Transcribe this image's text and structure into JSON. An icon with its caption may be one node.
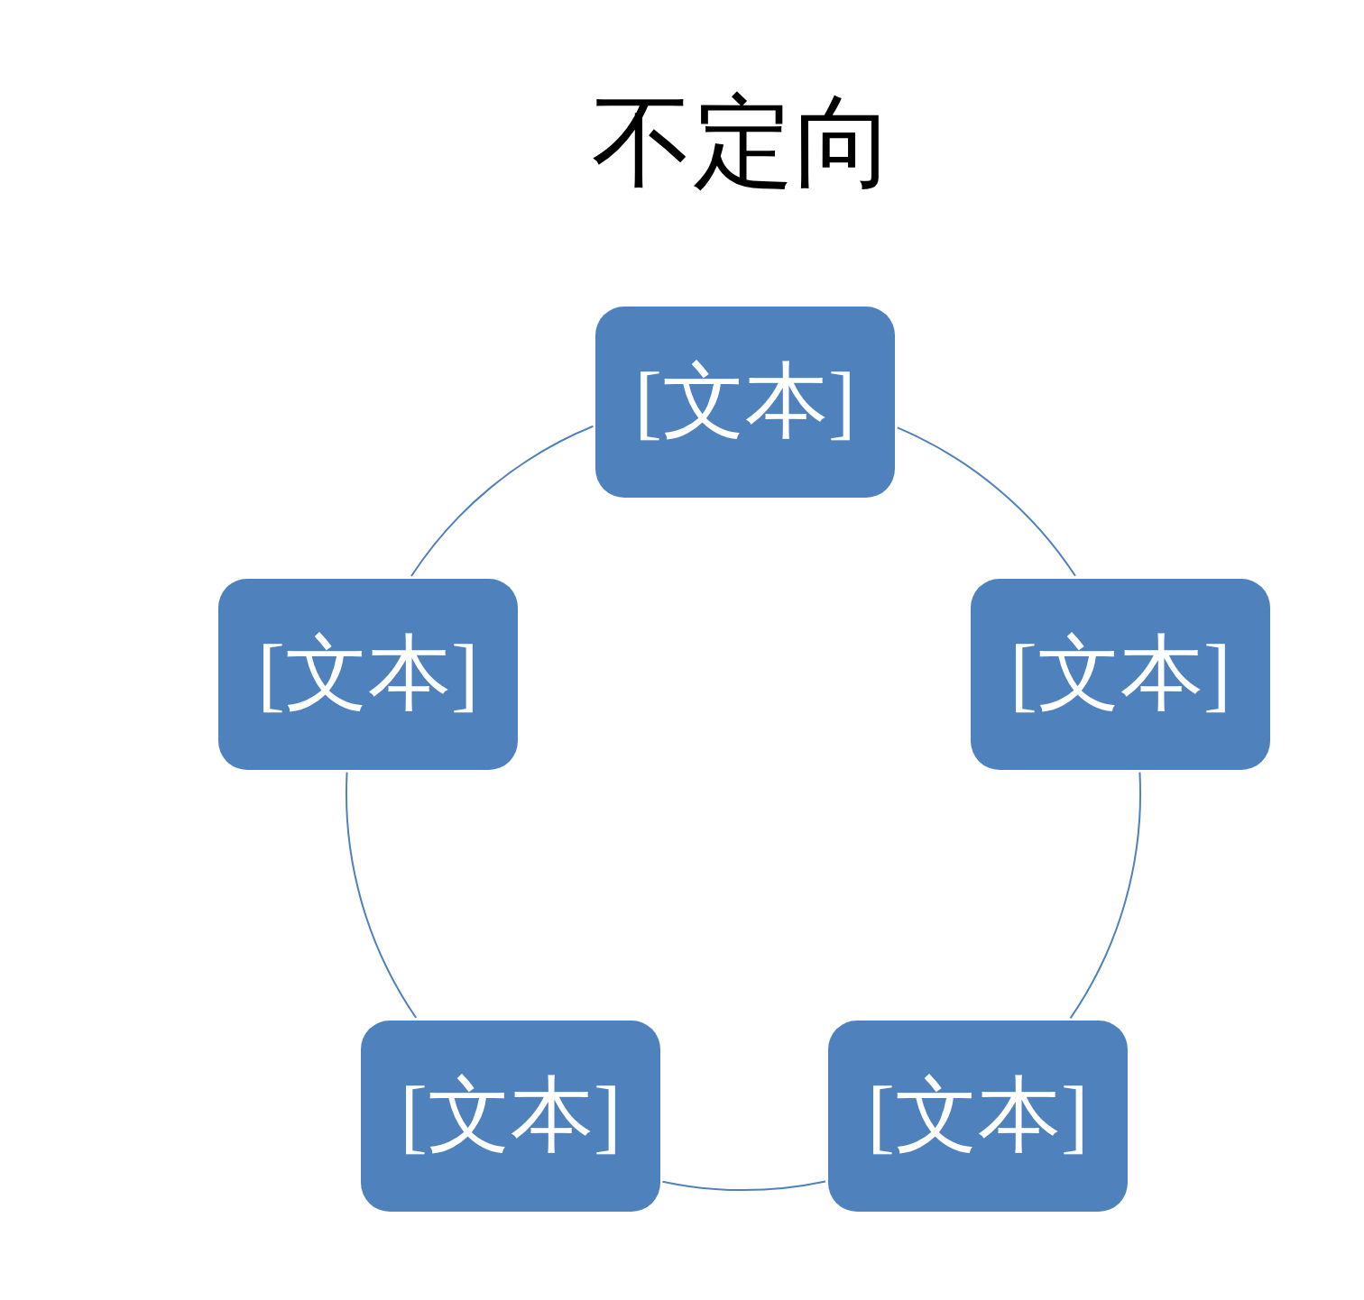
{
  "diagram": {
    "title": "不定向",
    "nodes": [
      {
        "text": [
          "[文本]"
        ]
      },
      {
        "text": [
          "[文本]"
        ]
      },
      {
        "text": [
          "[文本]"
        ]
      },
      {
        "text": [
          "[文本]"
        ]
      },
      {
        "text": [
          "[文本]"
        ]
      }
    ],
    "edges": [
      {
        "from": 0,
        "to": 2,
        "arrow": "none"
      },
      {
        "from": 2,
        "to": 4,
        "arrow": "none"
      },
      {
        "from": 4,
        "to": 3,
        "arrow": "none"
      },
      {
        "from": 3,
        "to": 1,
        "arrow": "none"
      },
      {
        "from": 1,
        "to": 0,
        "arrow": "none"
      }
    ]
  }
}
